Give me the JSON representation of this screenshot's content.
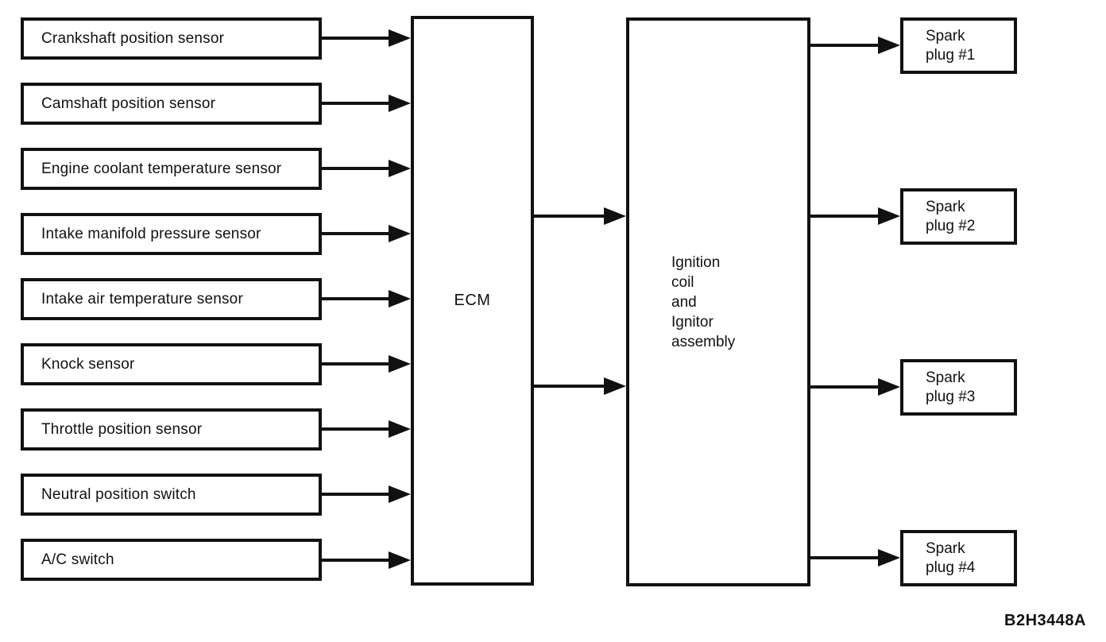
{
  "diagram": {
    "inputs": [
      {
        "label": "Crankshaft position sensor"
      },
      {
        "label": "Camshaft position sensor"
      },
      {
        "label": "Engine coolant temperature sensor"
      },
      {
        "label": "Intake manifold pressure sensor"
      },
      {
        "label": "Intake air temperature sensor"
      },
      {
        "label": "Knock sensor"
      },
      {
        "label": "Throttle position sensor"
      },
      {
        "label": "Neutral position switch"
      },
      {
        "label": "A/C switch"
      }
    ],
    "ecm": {
      "label": "ECM"
    },
    "ignition_assembly": {
      "label": "Ignition\ncoil\nand\nIgnitor\nassembly"
    },
    "outputs": [
      {
        "label": "Spark\nplug #1"
      },
      {
        "label": "Spark\nplug #2"
      },
      {
        "label": "Spark\nplug #3"
      },
      {
        "label": "Spark\nplug #4"
      }
    ],
    "figure_code": "B2H3448A",
    "colors": {
      "ink": "#111111",
      "paper": "#ffffff"
    }
  }
}
